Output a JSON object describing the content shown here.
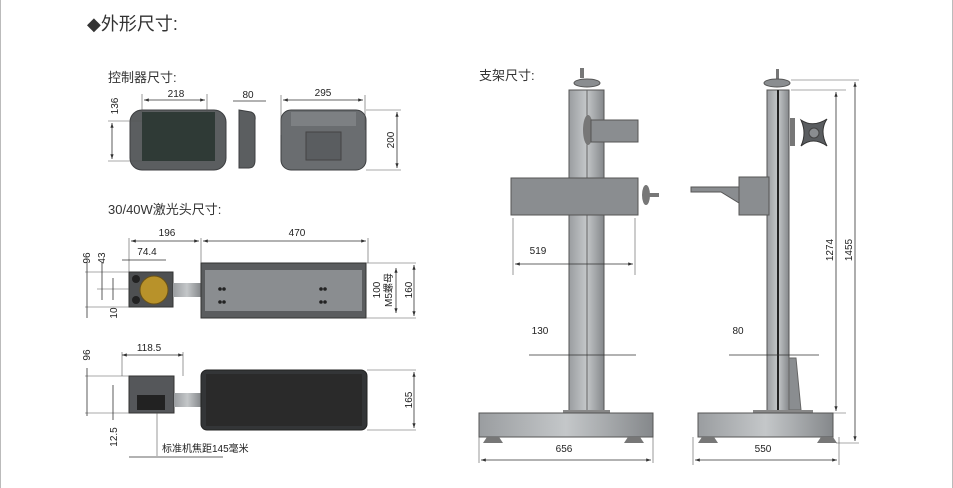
{
  "title": "◆外形尺寸:",
  "controller": {
    "label": "控制器尺寸:",
    "dims": {
      "width_front": "218",
      "height_front": "136",
      "depth": "80",
      "width_back": "295",
      "height_back": "200"
    }
  },
  "laser_head": {
    "label": "30/40W激光头尺寸:",
    "top_view": {
      "head_length": "196",
      "body_length": "470",
      "lens_offset": "74.4",
      "height_96": "96",
      "height_43": "43",
      "offset_10": "10",
      "mount_100": "100",
      "mount_note": "M5螺母",
      "width_160": "160"
    },
    "side_view": {
      "head_length": "118.5",
      "height_96": "96",
      "offset_12_5": "12.5",
      "height_165": "165",
      "focal_note": "标准机焦距145毫米"
    }
  },
  "stand": {
    "label": "支架尺寸:",
    "front_view": {
      "arm_reach": "519",
      "column_width": "130",
      "base_width": "656"
    },
    "side_view": {
      "column_depth": "80",
      "base_depth": "550",
      "column_height": "1274",
      "total_height": "1455"
    }
  },
  "colors": {
    "metal": "#8f9294",
    "dark": "#4a4c4e",
    "screen": "#2f3a36",
    "lens": "#b8922a"
  }
}
